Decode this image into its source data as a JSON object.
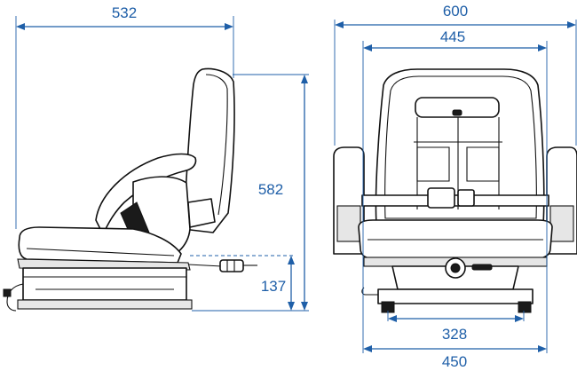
{
  "dimensions": {
    "side_depth": "532",
    "side_height": "582",
    "side_base_height": "137",
    "front_overall_width": "600",
    "front_back_width": "445",
    "front_rail_width": "328",
    "front_base_width": "450"
  },
  "colors": {
    "dimension": "#1f5fa8",
    "outline": "#111111"
  }
}
